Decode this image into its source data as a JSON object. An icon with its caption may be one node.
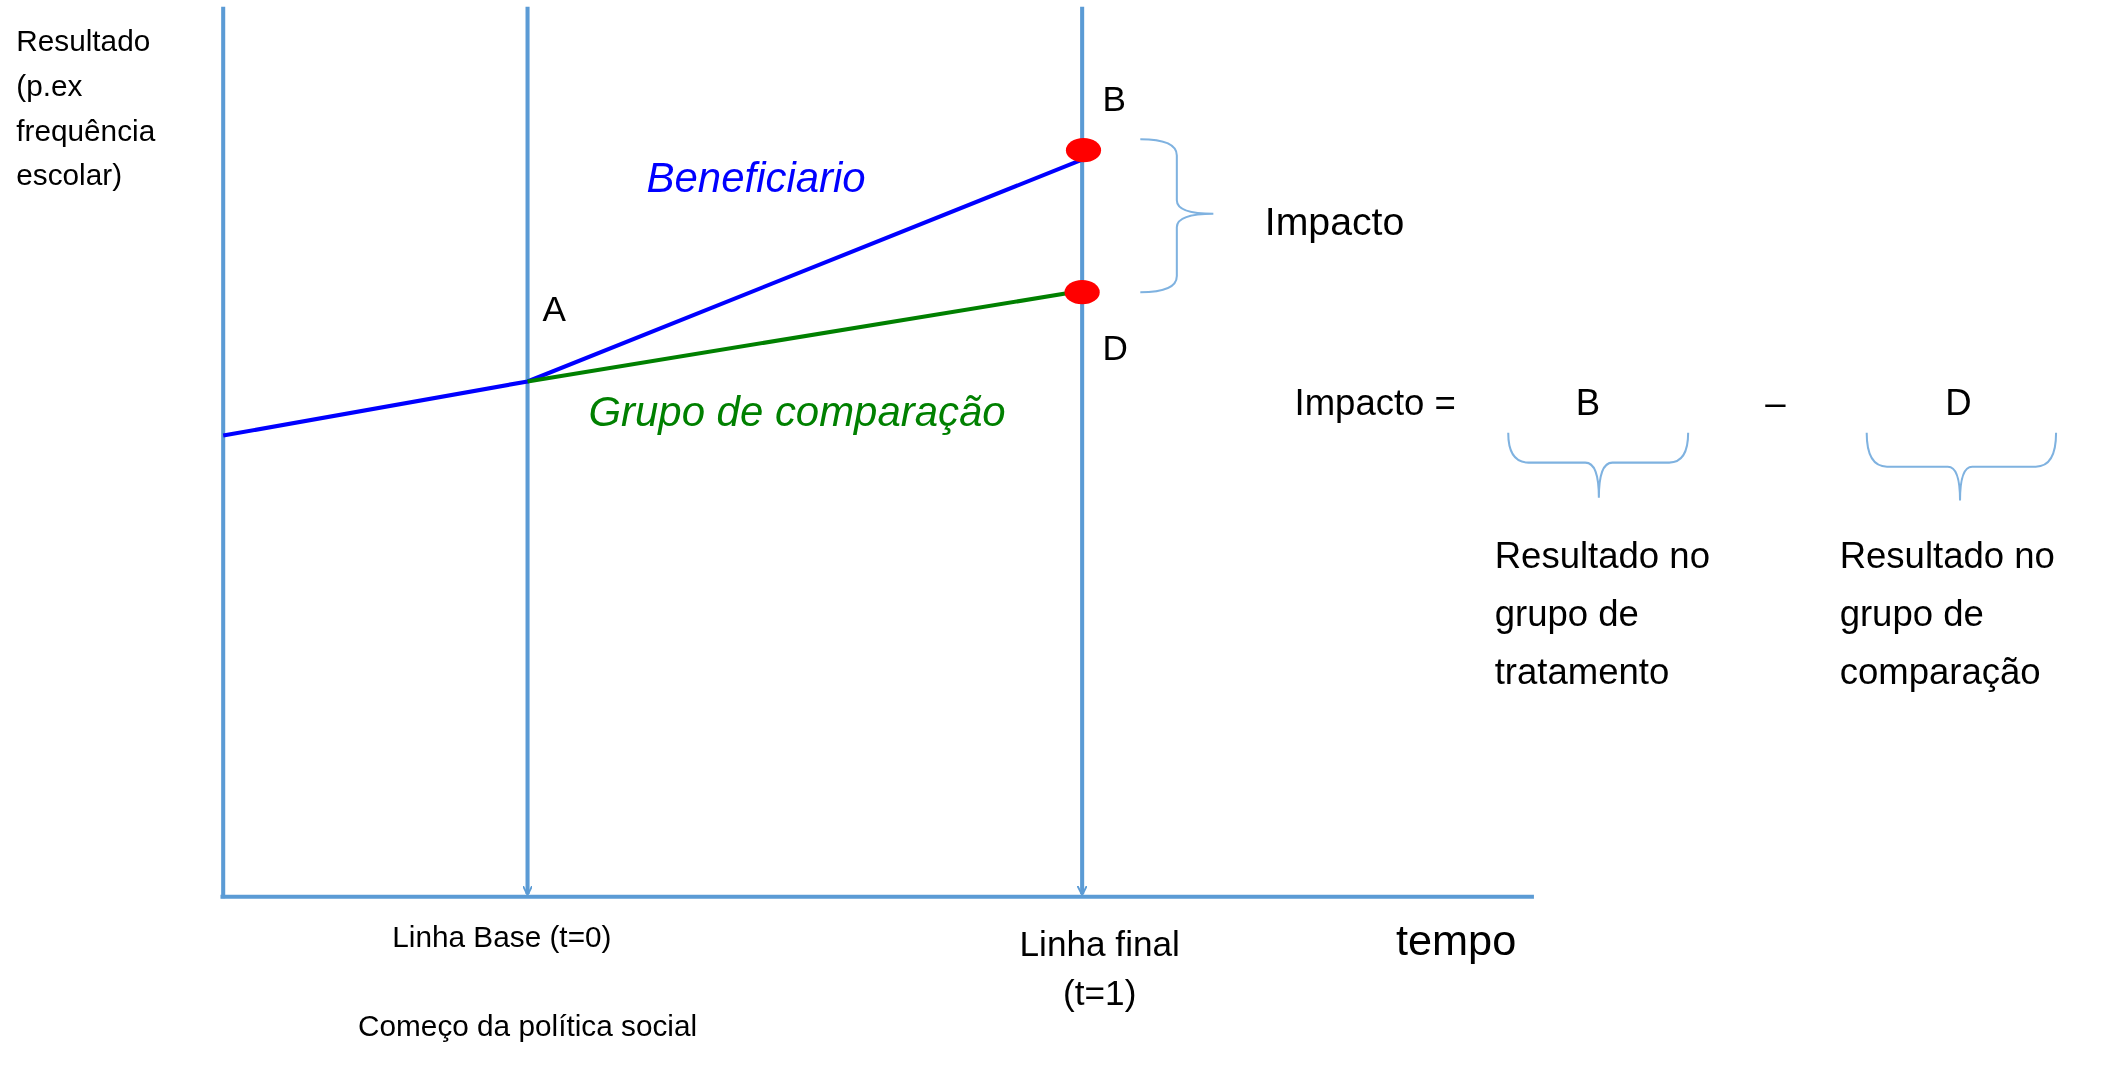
{
  "diagram": {
    "labels": [
      "Resultado (p.ex frequência escolar)",
      "B",
      "Beneficiario",
      "Impacto",
      "A",
      "D",
      "Impacto =",
      "B",
      "–",
      "D",
      "Grupo de comparação",
      "Resultado no grupo de tratamento",
      "Resultado no grupo de comparação",
      "Linha Base (t=0)",
      "Linha final (t=1)",
      "tempo",
      "Começo da política social"
    ]
  }
}
